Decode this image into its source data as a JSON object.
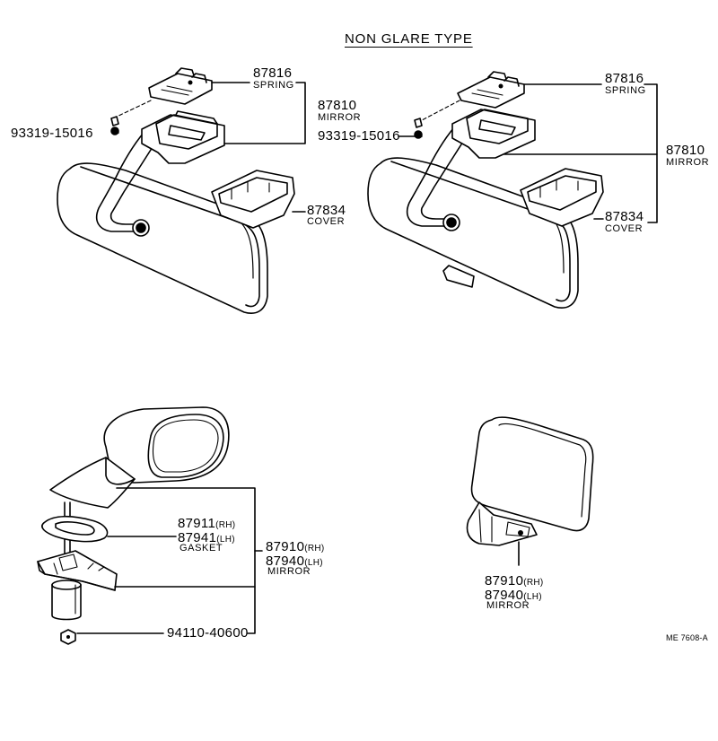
{
  "title": "NON GLARE TYPE",
  "drawing_code": "ME 7608-A",
  "upper_left": {
    "spring": {
      "part": "87816",
      "name": "SPRING"
    },
    "mirror": {
      "part": "87810",
      "name": "MIRROR"
    },
    "screw": {
      "part": "93319-15016"
    },
    "cover": {
      "part": "87834",
      "name": "COVER"
    }
  },
  "upper_right": {
    "spring": {
      "part": "87816",
      "name": "SPRING"
    },
    "screw": {
      "part": "93319-15016"
    },
    "mirror": {
      "part": "87810",
      "name": "MIRROR"
    },
    "cover": {
      "part": "87834",
      "name": "COVER"
    }
  },
  "lower_left": {
    "gasket_rh": {
      "part": "87911",
      "side": "(RH)"
    },
    "gasket_lh": {
      "part": "87941",
      "side": "(LH)"
    },
    "gasket_name": "GASKET",
    "mirror_rh": {
      "part": "87910",
      "side": "(RH)"
    },
    "mirror_lh": {
      "part": "87940",
      "side": "(LH)"
    },
    "mirror_name": "MIRROR",
    "nut": {
      "part": "94110-40600"
    }
  },
  "lower_right": {
    "mirror_rh": {
      "part": "87910",
      "side": "(RH)"
    },
    "mirror_lh": {
      "part": "87940",
      "side": "(LH)"
    },
    "mirror_name": "MIRROR"
  }
}
